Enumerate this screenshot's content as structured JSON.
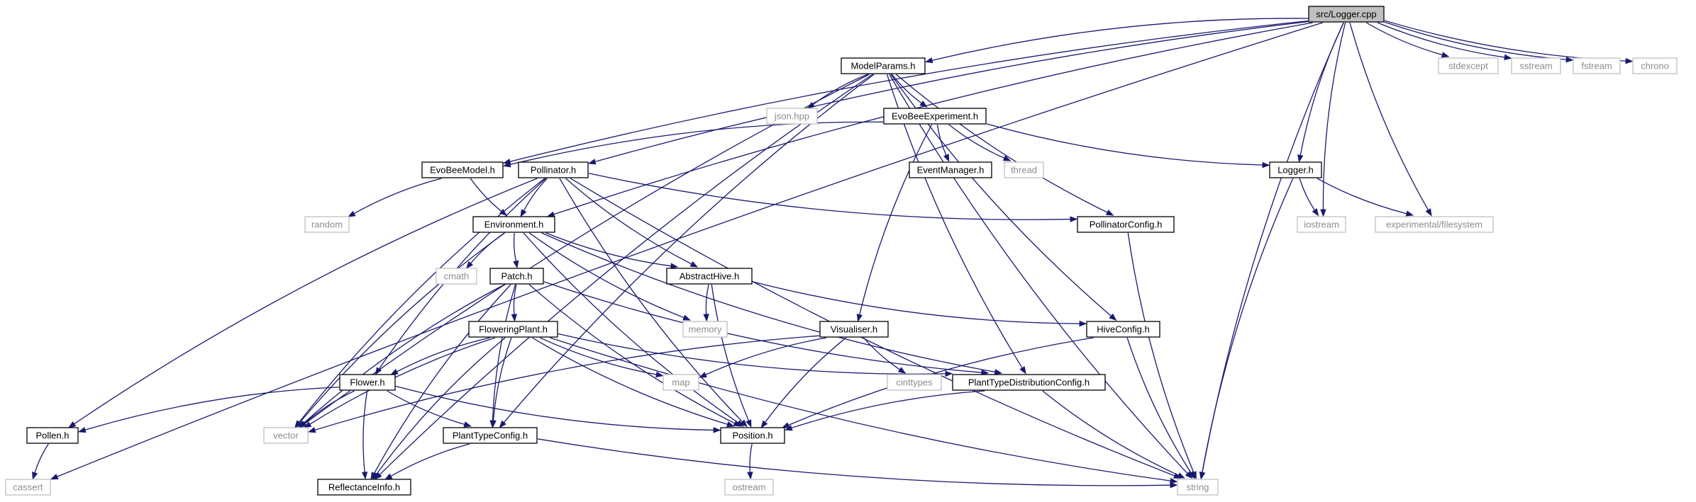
{
  "diagram": {
    "colors": {
      "edge": "#191970",
      "root_fill": "#bfbfbf",
      "header_border": "#000000",
      "system_border": "#bfbfbf",
      "system_text": "#8c8c8c",
      "header_text": "#000000"
    },
    "nodes": [
      {
        "id": "logger_cpp",
        "label": "src/Logger.cpp",
        "kind": "root"
      },
      {
        "id": "stdexcept",
        "label": "stdexcept",
        "kind": "system"
      },
      {
        "id": "sstream",
        "label": "sstream",
        "kind": "system"
      },
      {
        "id": "fstream",
        "label": "fstream",
        "kind": "system"
      },
      {
        "id": "chrono",
        "label": "chrono",
        "kind": "system"
      },
      {
        "id": "modelparams_h",
        "label": "ModelParams.h",
        "kind": "header"
      },
      {
        "id": "json_hpp",
        "label": "json.hpp",
        "kind": "system"
      },
      {
        "id": "evobeeexperiment_h",
        "label": "EvoBeeExperiment.h",
        "kind": "header"
      },
      {
        "id": "eventmanager_h",
        "label": "EventManager.h",
        "kind": "header"
      },
      {
        "id": "thread",
        "label": "thread",
        "kind": "system"
      },
      {
        "id": "logger_h",
        "label": "Logger.h",
        "kind": "header"
      },
      {
        "id": "evobeemodel_h",
        "label": "EvoBeeModel.h",
        "kind": "header"
      },
      {
        "id": "pollinator_h",
        "label": "Pollinator.h",
        "kind": "header"
      },
      {
        "id": "random",
        "label": "random",
        "kind": "system"
      },
      {
        "id": "environment_h",
        "label": "Environment.h",
        "kind": "header"
      },
      {
        "id": "pollinatorconfig_h",
        "label": "PollinatorConfig.h",
        "kind": "header"
      },
      {
        "id": "iostream",
        "label": "iostream",
        "kind": "system"
      },
      {
        "id": "experimental_filesystem",
        "label": "experimental/filesystem",
        "kind": "system"
      },
      {
        "id": "cmath",
        "label": "cmath",
        "kind": "system"
      },
      {
        "id": "patch_h",
        "label": "Patch.h",
        "kind": "header"
      },
      {
        "id": "abstracthive_h",
        "label": "AbstractHive.h",
        "kind": "header"
      },
      {
        "id": "memory",
        "label": "memory",
        "kind": "system"
      },
      {
        "id": "floweringplant_h",
        "label": "FloweringPlant.h",
        "kind": "header"
      },
      {
        "id": "visualiser_h",
        "label": "Visualiser.h",
        "kind": "header"
      },
      {
        "id": "hiveconfig_h",
        "label": "HiveConfig.h",
        "kind": "header"
      },
      {
        "id": "map",
        "label": "map",
        "kind": "system"
      },
      {
        "id": "cinttypes",
        "label": "cinttypes",
        "kind": "system"
      },
      {
        "id": "planttypedistributionconfig_h",
        "label": "PlantTypeDistributionConfig.h",
        "kind": "header"
      },
      {
        "id": "flower_h",
        "label": "Flower.h",
        "kind": "header"
      },
      {
        "id": "pollen_h",
        "label": "Pollen.h",
        "kind": "header"
      },
      {
        "id": "vector",
        "label": "vector",
        "kind": "system"
      },
      {
        "id": "planttypeconfig_h",
        "label": "PlantTypeConfig.h",
        "kind": "header"
      },
      {
        "id": "position_h",
        "label": "Position.h",
        "kind": "header"
      },
      {
        "id": "cassert",
        "label": "cassert",
        "kind": "system"
      },
      {
        "id": "reflectanceinfo_h",
        "label": "ReflectanceInfo.h",
        "kind": "header"
      },
      {
        "id": "string",
        "label": "string",
        "kind": "system"
      },
      {
        "id": "ostream",
        "label": "ostream",
        "kind": "system"
      }
    ],
    "edges": [
      [
        "logger_cpp",
        "modelparams_h"
      ],
      [
        "logger_cpp",
        "evobeemodel_h"
      ],
      [
        "logger_cpp",
        "environment_h"
      ],
      [
        "logger_cpp",
        "pollinator_h"
      ],
      [
        "logger_cpp",
        "logger_h"
      ],
      [
        "logger_cpp",
        "iostream"
      ],
      [
        "logger_cpp",
        "experimental_filesystem"
      ],
      [
        "logger_cpp",
        "stdexcept"
      ],
      [
        "logger_cpp",
        "sstream"
      ],
      [
        "logger_cpp",
        "fstream"
      ],
      [
        "logger_cpp",
        "chrono"
      ],
      [
        "logger_cpp",
        "cassert"
      ],
      [
        "logger_cpp",
        "string"
      ],
      [
        "modelparams_h",
        "json_hpp"
      ],
      [
        "modelparams_h",
        "evobeeexperiment_h"
      ],
      [
        "modelparams_h",
        "pollinatorconfig_h"
      ],
      [
        "modelparams_h",
        "hiveconfig_h"
      ],
      [
        "modelparams_h",
        "planttypedistributionconfig_h"
      ],
      [
        "modelparams_h",
        "planttypeconfig_h"
      ],
      [
        "modelparams_h",
        "vector"
      ],
      [
        "modelparams_h",
        "reflectanceinfo_h"
      ],
      [
        "modelparams_h",
        "string"
      ],
      [
        "evobeeexperiment_h",
        "eventmanager_h"
      ],
      [
        "evobeeexperiment_h",
        "thread"
      ],
      [
        "evobeeexperiment_h",
        "logger_h"
      ],
      [
        "evobeeexperiment_h",
        "evobeemodel_h"
      ],
      [
        "evobeeexperiment_h",
        "visualiser_h"
      ],
      [
        "logger_h",
        "iostream"
      ],
      [
        "logger_h",
        "experimental_filesystem"
      ],
      [
        "logger_h",
        "string"
      ],
      [
        "evobeemodel_h",
        "random"
      ],
      [
        "evobeemodel_h",
        "environment_h"
      ],
      [
        "pollinator_h",
        "environment_h"
      ],
      [
        "pollinator_h",
        "pollinatorconfig_h"
      ],
      [
        "pollinator_h",
        "abstracthive_h"
      ],
      [
        "pollinator_h",
        "flower_h"
      ],
      [
        "pollinator_h",
        "pollen_h"
      ],
      [
        "pollinator_h",
        "vector"
      ],
      [
        "pollinator_h",
        "position_h"
      ],
      [
        "pollinator_h",
        "string"
      ],
      [
        "environment_h",
        "cmath"
      ],
      [
        "environment_h",
        "patch_h"
      ],
      [
        "environment_h",
        "abstracthive_h"
      ],
      [
        "environment_h",
        "memory"
      ],
      [
        "environment_h",
        "planttypedistributionconfig_h"
      ],
      [
        "environment_h",
        "position_h"
      ],
      [
        "environment_h",
        "vector"
      ],
      [
        "pollinatorconfig_h",
        "string"
      ],
      [
        "patch_h",
        "floweringplant_h"
      ],
      [
        "patch_h",
        "planttypedistributionconfig_h"
      ],
      [
        "patch_h",
        "planttypeconfig_h"
      ],
      [
        "patch_h",
        "position_h"
      ],
      [
        "patch_h",
        "vector"
      ],
      [
        "patch_h",
        "reflectanceinfo_h"
      ],
      [
        "abstracthive_h",
        "memory"
      ],
      [
        "abstracthive_h",
        "hiveconfig_h"
      ],
      [
        "abstracthive_h",
        "position_h"
      ],
      [
        "floweringplant_h",
        "map"
      ],
      [
        "floweringplant_h",
        "planttypedistributionconfig_h"
      ],
      [
        "floweringplant_h",
        "flower_h"
      ],
      [
        "floweringplant_h",
        "vector"
      ],
      [
        "floweringplant_h",
        "planttypeconfig_h"
      ],
      [
        "floweringplant_h",
        "position_h"
      ],
      [
        "floweringplant_h",
        "reflectanceinfo_h"
      ],
      [
        "floweringplant_h",
        "string"
      ],
      [
        "visualiser_h",
        "map"
      ],
      [
        "visualiser_h",
        "cinttypes"
      ],
      [
        "visualiser_h",
        "vector"
      ],
      [
        "visualiser_h",
        "position_h"
      ],
      [
        "hiveconfig_h",
        "position_h"
      ],
      [
        "hiveconfig_h",
        "string"
      ],
      [
        "planttypedistributionconfig_h",
        "position_h"
      ],
      [
        "planttypedistributionconfig_h",
        "string"
      ],
      [
        "flower_h",
        "pollen_h"
      ],
      [
        "flower_h",
        "vector"
      ],
      [
        "flower_h",
        "planttypeconfig_h"
      ],
      [
        "flower_h",
        "position_h"
      ],
      [
        "flower_h",
        "reflectanceinfo_h"
      ],
      [
        "pollen_h",
        "cassert"
      ],
      [
        "planttypeconfig_h",
        "reflectanceinfo_h"
      ],
      [
        "planttypeconfig_h",
        "string"
      ],
      [
        "position_h",
        "ostream"
      ]
    ]
  }
}
